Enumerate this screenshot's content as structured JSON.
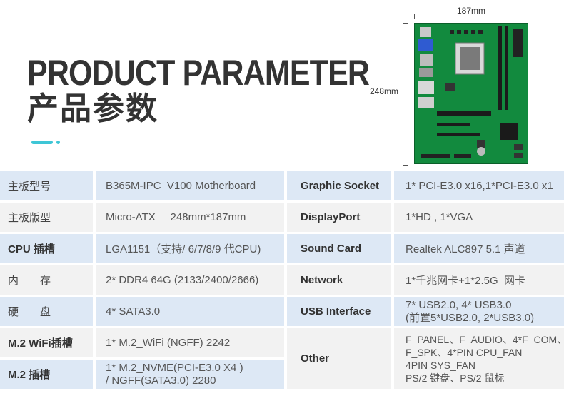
{
  "header": {
    "title_en": "PRODUCT PARAMETER",
    "title_cn": "产品参数",
    "width_label": "187mm",
    "height_label": "248mm"
  },
  "colors": {
    "accent": "#3ec6d6",
    "row_blue": "#dde8f5",
    "row_gray": "#f2f2f2",
    "board_green": "#128a3e"
  },
  "specs": {
    "left": [
      {
        "label": "主板型号",
        "value": "B365M-IPC_V100  Motherboard"
      },
      {
        "label": "主板版型",
        "value": "Micro-ATX     248mm*187mm"
      },
      {
        "label": "CPU 插槽",
        "value": "LGA1151（支持/ 6/7/8/9 代CPU)"
      },
      {
        "label": "内　　存",
        "value": "2* DDR4  64G (2133/2400/2666)"
      },
      {
        "label": "硬　　盘",
        "value": "4* SATA3.0"
      },
      {
        "label": "M.2 WiFi插槽",
        "value": "1* M.2_WiFi (NGFF) 2242"
      },
      {
        "label": "M.2 插槽",
        "value_lines": [
          "1* M.2_NVME(PCI-E3.0 X4 )",
          "/ NGFF(SATA3.0) 2280"
        ]
      }
    ],
    "right": [
      {
        "label": "Graphic Socket",
        "value": "1* PCI-E3.0 x16,1*PCI-E3.0 x1"
      },
      {
        "label": "DisplayPort",
        "value": "1*HD , 1*VGA"
      },
      {
        "label": "Sound Card",
        "value": "Realtek ALC897 5.1 声道"
      },
      {
        "label": "Network",
        "value": "1*千兆网卡+1*2.5G  网卡"
      },
      {
        "label": "USB Interface",
        "value_lines": [
          "7* USB2.0, 4* USB3.0",
          "(前置5*USB2.0, 2*USB3.0)"
        ]
      },
      {
        "label": "Other",
        "value_lines": [
          "F_PANEL、F_AUDIO、4*F_COM、",
          "F_SPK、4*PIN CPU_FAN",
          "4PIN SYS_FAN",
          "PS/2 键盘、PS/2 鼠标"
        ]
      }
    ]
  }
}
